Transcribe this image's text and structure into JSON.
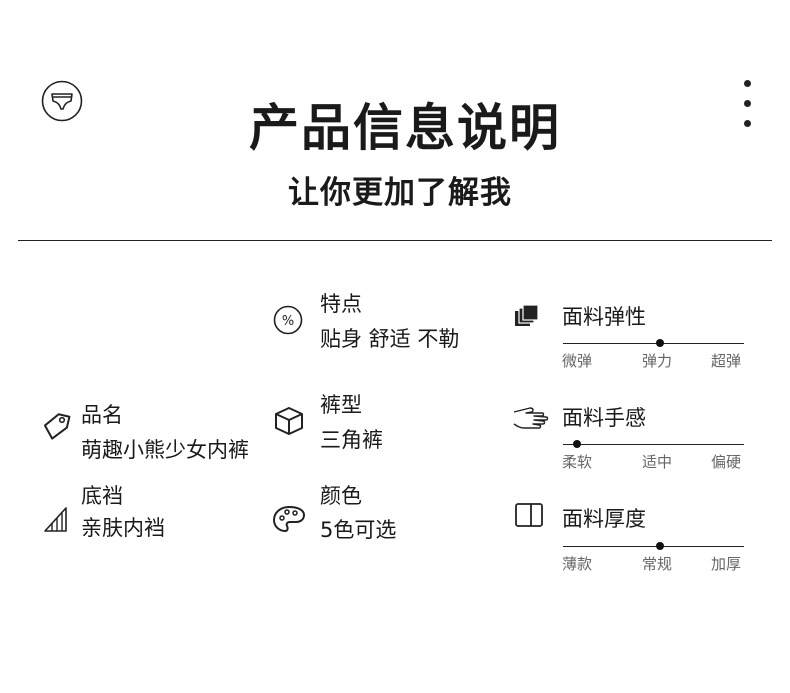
{
  "header": {
    "title": "产品信息说明",
    "subtitle": "让你更加了解我"
  },
  "info": {
    "feature_label": "特点",
    "feature_value": "贴身 舒适 不勒",
    "name_label": "品名",
    "name_value": "萌趣小熊少女内裤",
    "style_label": "裤型",
    "style_value": "三角裤",
    "crotch_label": "底裆",
    "crotch_value": "亲肤内裆",
    "color_label": "颜色",
    "color_value": "5色可选"
  },
  "scales": [
    {
      "title": "面料弹性",
      "ticks": [
        "微弹",
        "弹力",
        "超弹"
      ],
      "level": 0.5
    },
    {
      "title": "面料手感",
      "ticks": [
        "柔软",
        "适中",
        "偏硬"
      ],
      "level": 0.0
    },
    {
      "title": "面料厚度",
      "ticks": [
        "薄款",
        "常规",
        "加厚"
      ],
      "level": 0.5
    }
  ]
}
